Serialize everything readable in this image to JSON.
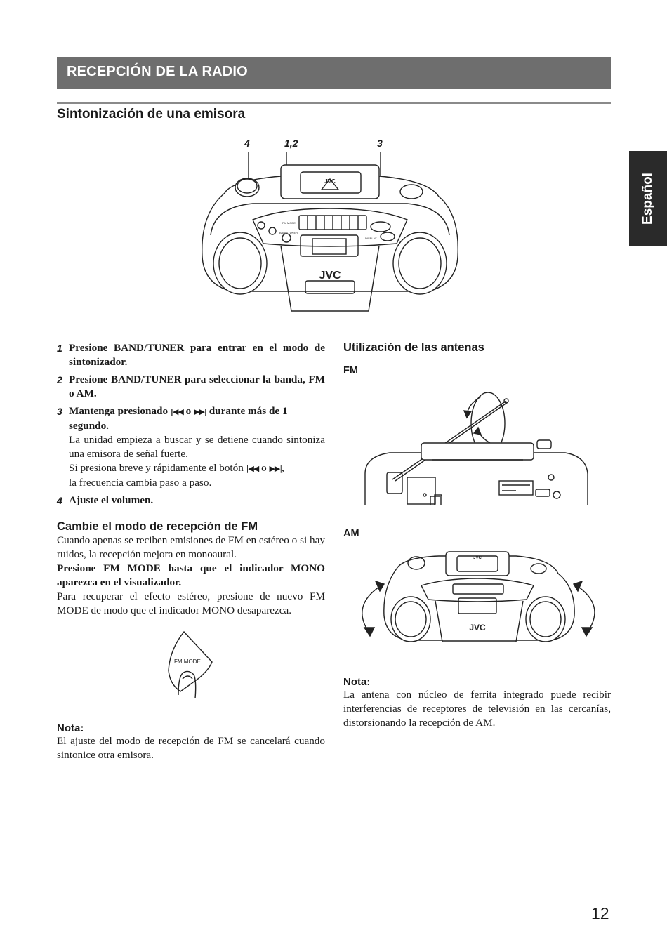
{
  "header": {
    "title": "RECEPCIÓN DE LA RADIO",
    "section_title": "Sintonización de una emisora",
    "language_tab": "Español"
  },
  "figure_main": {
    "callouts": [
      "4",
      "1,2",
      "3"
    ],
    "brand": "JVC",
    "button_labels": [
      "FM MODE",
      "BAND/TUNER",
      "DISPLAY"
    ]
  },
  "steps": [
    {
      "num": "1",
      "text": "Presione BAND/TUNER para entrar en el modo de sintonizador."
    },
    {
      "num": "2",
      "text": "Presione BAND/TUNER para seleccionar la banda, FM o AM."
    },
    {
      "num": "3",
      "text_before": "Mantenga presionado ",
      "glyph_prev": "|◀◀",
      "text_mid": " o ",
      "glyph_next": "▶▶|",
      "text_after": " durante más de 1 segundo.",
      "note1": "La unidad empieza a buscar y se detiene cuando sintoniza una emisora de señal fuerte.",
      "note2_before": "Si presiona breve y rápidamente el botón ",
      "note2_mid": " o ",
      "note2_after": ",",
      "note3": "la frecuencia cambia paso a paso."
    },
    {
      "num": "4",
      "text": "Ajuste el volumen."
    }
  ],
  "fm_mode": {
    "title": "Cambie el modo de recepción de FM",
    "para1": "Cuando apenas se reciben emisiones de FM en estéreo o si hay ruidos, la recepción mejora en monoaural.",
    "para_bold": "Presione FM MODE hasta que el indicador MONO aparezca en el visualizador.",
    "para2": "Para recuperar el efecto estéreo, presione de nuevo FM MODE de modo que el indicador MONO desaparezca.",
    "button_label": "FM MODE"
  },
  "nota_left": {
    "title": "Nota:",
    "text": "El ajuste del modo de recepción de FM se cancelará cuando sintonice otra emisora."
  },
  "antennas": {
    "title": "Utilización de las antenas",
    "fm_label": "FM",
    "am_label": "AM",
    "brand": "JVC"
  },
  "nota_right": {
    "title": "Nota:",
    "text": "La antena con núcleo de ferrita integrado puede recibir interferencias de receptores de televisión en las cercanías, distorsionando la recepción de AM."
  },
  "page_number": "12",
  "colors": {
    "banner": "#6e6e6e",
    "side_tab": "#2a2a2a"
  }
}
